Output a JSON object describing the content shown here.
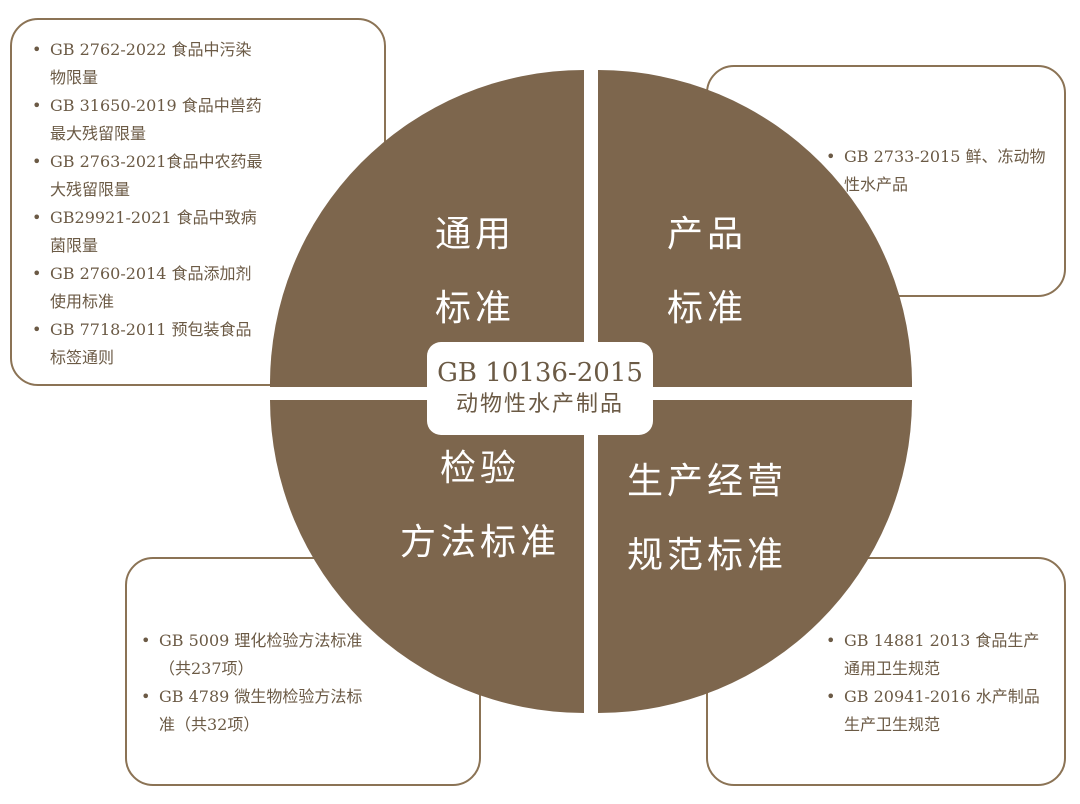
{
  "center": {
    "title": "GB 10136-2015",
    "subtitle": "动物性水产制品"
  },
  "quadrants": {
    "general": {
      "line1": "通用",
      "line2": "标准"
    },
    "product": {
      "line1": "产品",
      "line2": "标准"
    },
    "testing": {
      "line1": "检验",
      "line2": "方法标准"
    },
    "production": {
      "line1": "生产经营",
      "line2": "规范标准"
    }
  },
  "boxes": {
    "general": {
      "items": [
        "GB 2762-2022 食品中污染物限量",
        "GB 31650-2019 食品中兽药最大残留限量",
        "GB 2763-2021食品中农药最大残留限量",
        "GB29921-2021 食品中致病菌限量",
        "GB 2760-2014 食品添加剂使用标准",
        "GB 7718-2011 预包装食品标签通则"
      ]
    },
    "product": {
      "items": [
        "GB 2733-2015 鲜、冻动物性水产品"
      ]
    },
    "testing": {
      "items": [
        "GB 5009 理化检验方法标准（共237项）",
        "GB 4789 微生物检验方法标准（共32项）"
      ]
    },
    "production": {
      "items": [
        "GB 14881 2013 食品生产通用卫生规范",
        "GB 20941-2016 水产制品生产卫生规范"
      ]
    }
  },
  "colors": {
    "quadrant_fill": "#7d664d",
    "box_border": "#8b7355",
    "text": "#6b5a45"
  }
}
